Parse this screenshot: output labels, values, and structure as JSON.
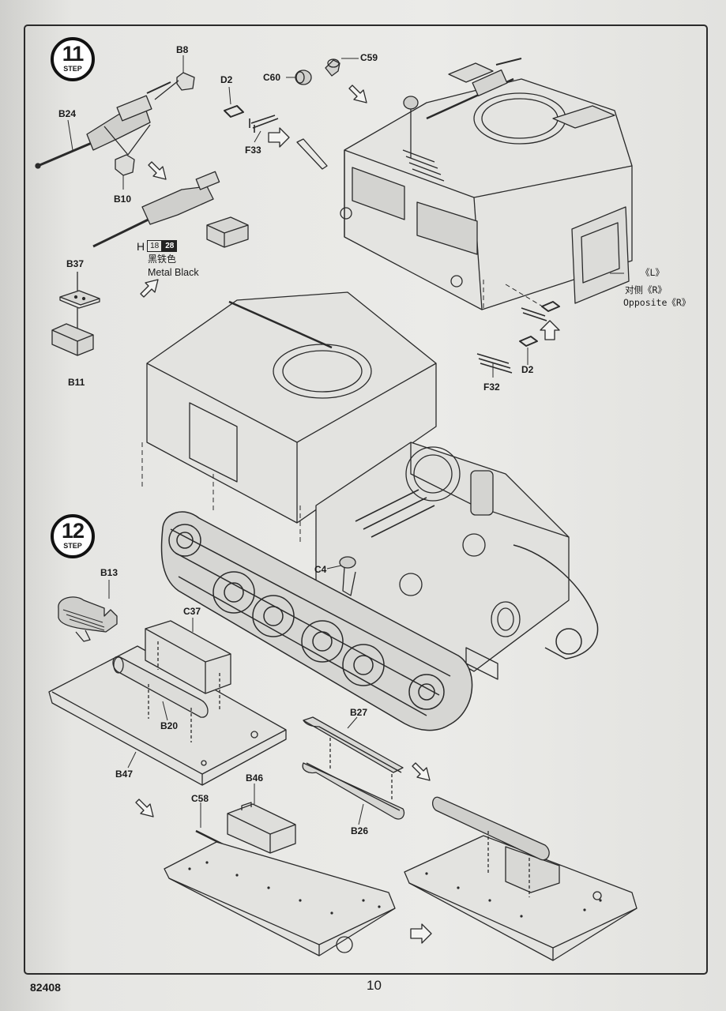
{
  "steps": [
    {
      "number": "11",
      "word": "STEP"
    },
    {
      "number": "12",
      "word": "STEP"
    }
  ],
  "parts": {
    "b8": "B8",
    "b24": "B24",
    "b10": "B10",
    "d2_top": "D2",
    "f33": "F33",
    "c60": "C60",
    "c59": "C59",
    "b37": "B37",
    "b11": "B11",
    "d2_bottom": "D2",
    "f32": "F32",
    "c4": "C4",
    "b13": "B13",
    "c37": "C37",
    "b20": "B20",
    "b47": "B47",
    "b27": "B27",
    "b46": "B46",
    "c58": "C58",
    "b26": "B26"
  },
  "paint": {
    "prefix": "H",
    "code1": "18",
    "code2": "28",
    "name_cn": "黑铁色",
    "name_en": "Metal Black"
  },
  "orientation": {
    "left": "《L》",
    "opposite_cn": "对侧《R》",
    "opposite_en": "Opposite《R》"
  },
  "footer": {
    "kit_number": "82408",
    "page_number": "10"
  },
  "colors": {
    "ink": "#1a1a1a",
    "paper": "#e8e8e5",
    "paint_chip_dark": "#222222"
  }
}
